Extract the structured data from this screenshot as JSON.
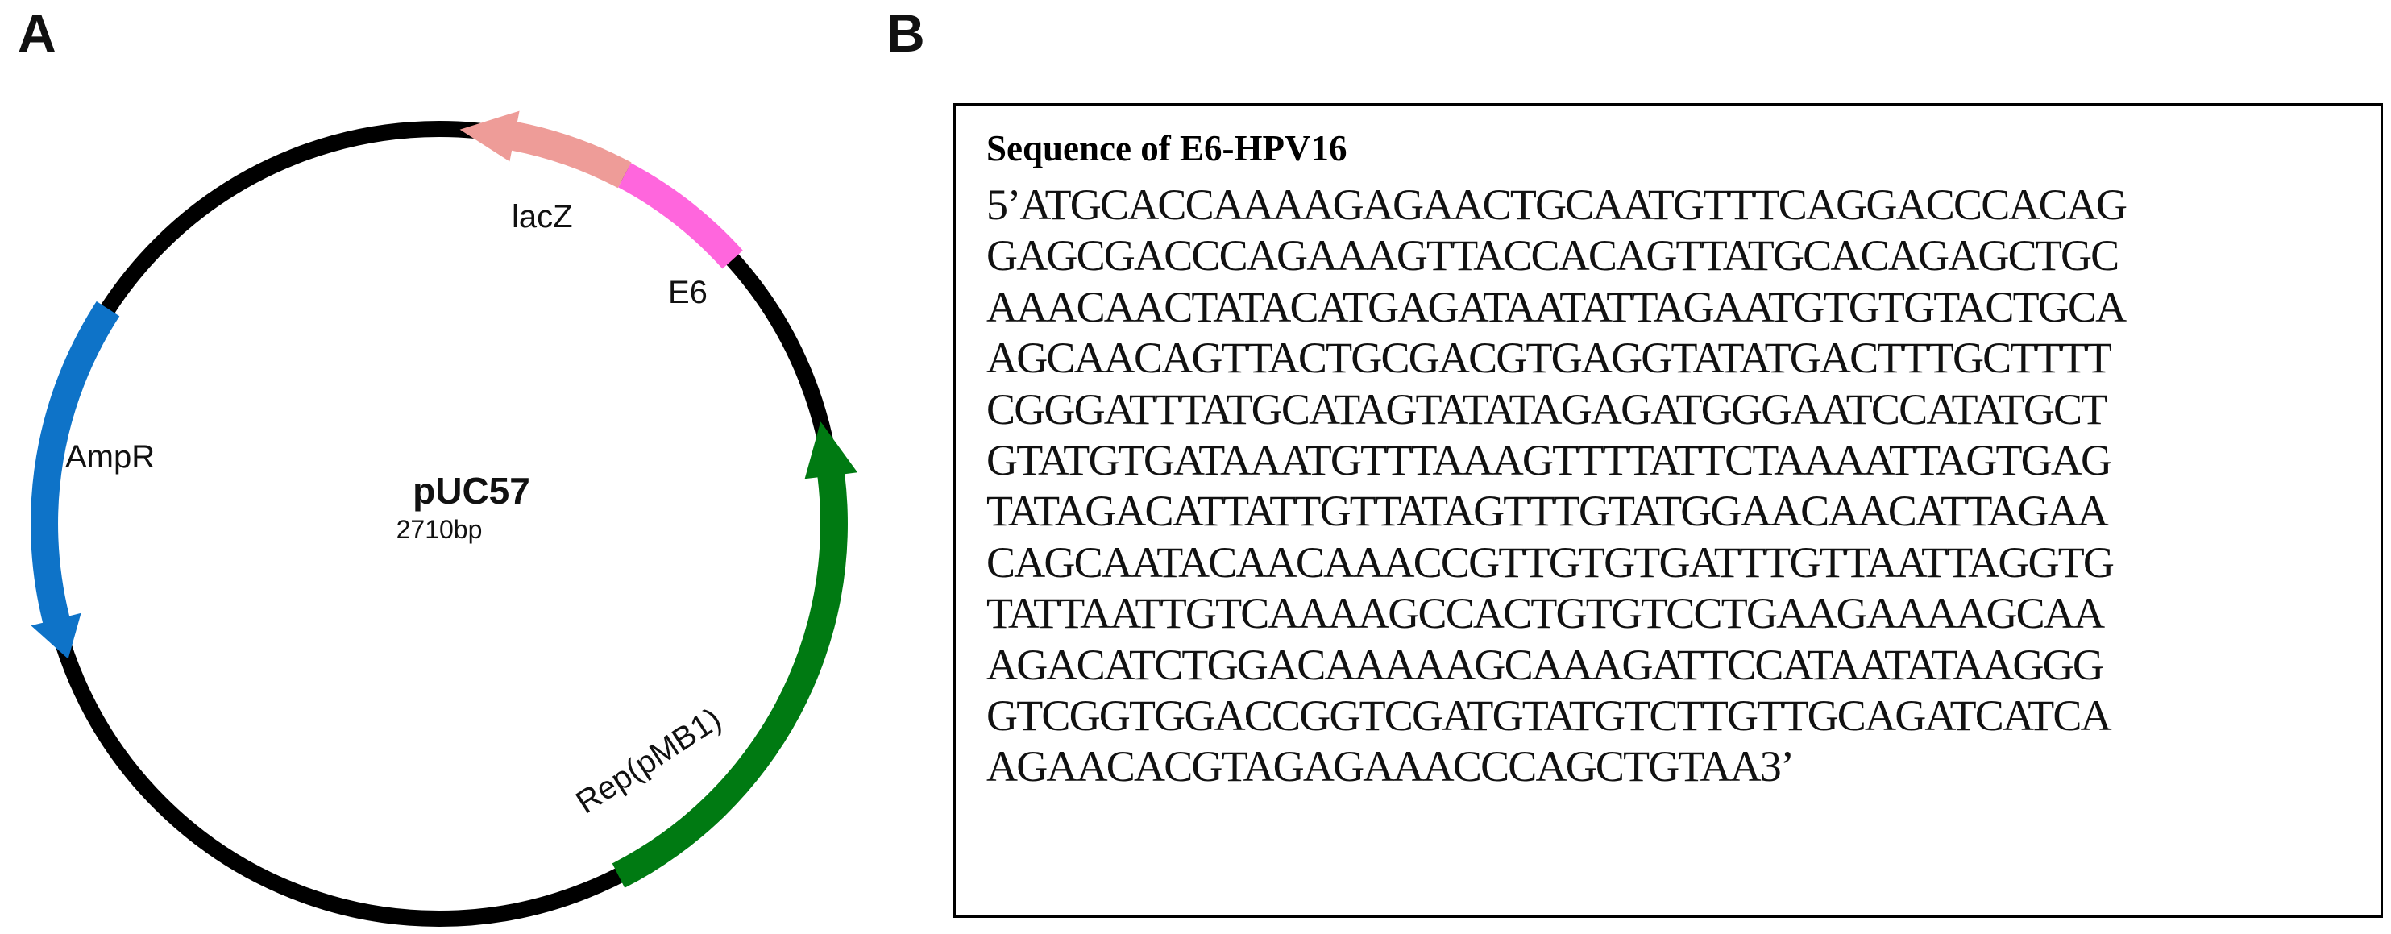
{
  "panel_a": {
    "letter": "A",
    "plasmid": {
      "name": "pUC57",
      "size": "2710bp"
    },
    "features": [
      {
        "key": "lacz",
        "label": "lacZ",
        "color": "#ee9c98",
        "shape": "arrow"
      },
      {
        "key": "e6",
        "label": "E6",
        "color": "#ff66dd",
        "shape": "block"
      },
      {
        "key": "ampr",
        "label": "AmpR",
        "color": "#0e73c8",
        "shape": "arrow"
      },
      {
        "key": "rep",
        "label": "Rep(pMB1)",
        "color": "#007a12",
        "shape": "arrow"
      }
    ],
    "backbone_color": "#000000"
  },
  "panel_b": {
    "letter": "B",
    "title": "Sequence of E6-HPV16",
    "sequence_lines": [
      "5’ATGCACCAAAAGAGAACTGCAATGTTTCAGGACCCACAG",
      "GAGCGACCCAGAAAGTTACCACAGTTATGCACAGAGCTGC",
      "AAACAACTATACATGAGATAATATTAGAATGTGTGTACTGCA",
      "AGCAACAGTTACTGCGACGTGAGGTATATGACTTTGCTTTT",
      "CGGGATTTATGCATAGTATATAGAGATGGGAATCCATATGCT",
      "GTATGTGATAAATGTTTAAAGTTTTATTCTAAAATTAGTGAG",
      "TATAGACATTATTGTTATAGTTTGTATGGAACAACATTAGAA",
      "CAGCAATACAACAAACCGTTGTGTGATTTGTTAATTAGGTG",
      "TATTAATTGTCAAAAGCCACTGTGTCCTGAAGAAAAGCAA",
      "AGACATCTGGACAAAAAGCAAAGATTCCATAATATAAGGG",
      "GTCGGTGGACCGGTCGATGTATGTCTTGTTGCAGATCATCA",
      "AGAACACGTAGAGAAACCCAGCTGTAA3’"
    ]
  }
}
